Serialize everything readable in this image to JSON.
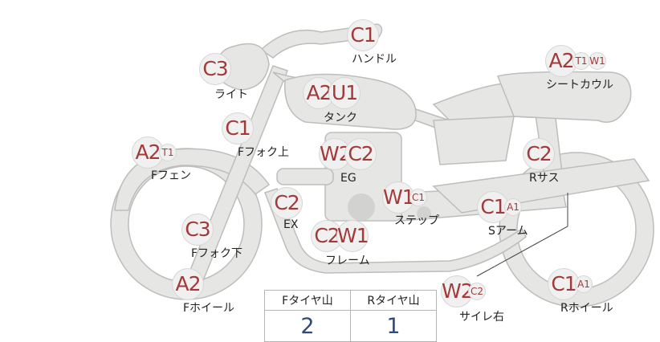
{
  "parts": [
    {
      "id": "handle",
      "label": "ハンドル",
      "codes": [
        "C1"
      ],
      "small": []
    },
    {
      "id": "light",
      "label": "ライト",
      "codes": [
        "C3"
      ],
      "small": []
    },
    {
      "id": "tank",
      "label": "タンク",
      "codes": [
        "A2",
        "U1"
      ],
      "small": []
    },
    {
      "id": "seat-cowl",
      "label": "シートカウル",
      "codes": [
        "A2"
      ],
      "small": [
        "T1",
        "W1"
      ]
    },
    {
      "id": "ffork-upper",
      "label": "Fフォク上",
      "codes": [
        "C1"
      ],
      "small": []
    },
    {
      "id": "ffender",
      "label": "Fフェン",
      "codes": [
        "A2"
      ],
      "small": [
        "T1"
      ]
    },
    {
      "id": "eg",
      "label": "EG",
      "codes": [
        "W2",
        "C2"
      ],
      "small": []
    },
    {
      "id": "rsus",
      "label": "Rサス",
      "codes": [
        "C2"
      ],
      "small": []
    },
    {
      "id": "ex",
      "label": "EX",
      "codes": [
        "C2"
      ],
      "small": []
    },
    {
      "id": "step",
      "label": "ステップ",
      "codes": [
        "W1"
      ],
      "small": [
        "C1"
      ]
    },
    {
      "id": "sarm",
      "label": "Sアーム",
      "codes": [
        "C1"
      ],
      "small": [
        "A1"
      ]
    },
    {
      "id": "ffork-lower",
      "label": "Fフォク下",
      "codes": [
        "C3"
      ],
      "small": []
    },
    {
      "id": "frame",
      "label": "フレーム",
      "codes": [
        "C2",
        "W1"
      ],
      "small": []
    },
    {
      "id": "fwheel",
      "label": "Fホイール",
      "codes": [
        "A2"
      ],
      "small": []
    },
    {
      "id": "side-right",
      "label": "サイレ右",
      "codes": [
        "W2"
      ],
      "small": [
        "C2"
      ]
    },
    {
      "id": "rwheel",
      "label": "Rホイール",
      "codes": [
        "C1"
      ],
      "small": [
        "A1"
      ]
    }
  ],
  "tire_table": {
    "headers": [
      "Fタイヤ山",
      "Rタイヤ山"
    ],
    "values": [
      "2",
      "1"
    ]
  },
  "colors": {
    "code": "#a33a3a",
    "badge_bg": "#f0f0f0",
    "bike_fill": "#e6e6e4",
    "bike_stroke": "#bdbdbb",
    "tire_value": "#2c4a7c"
  }
}
